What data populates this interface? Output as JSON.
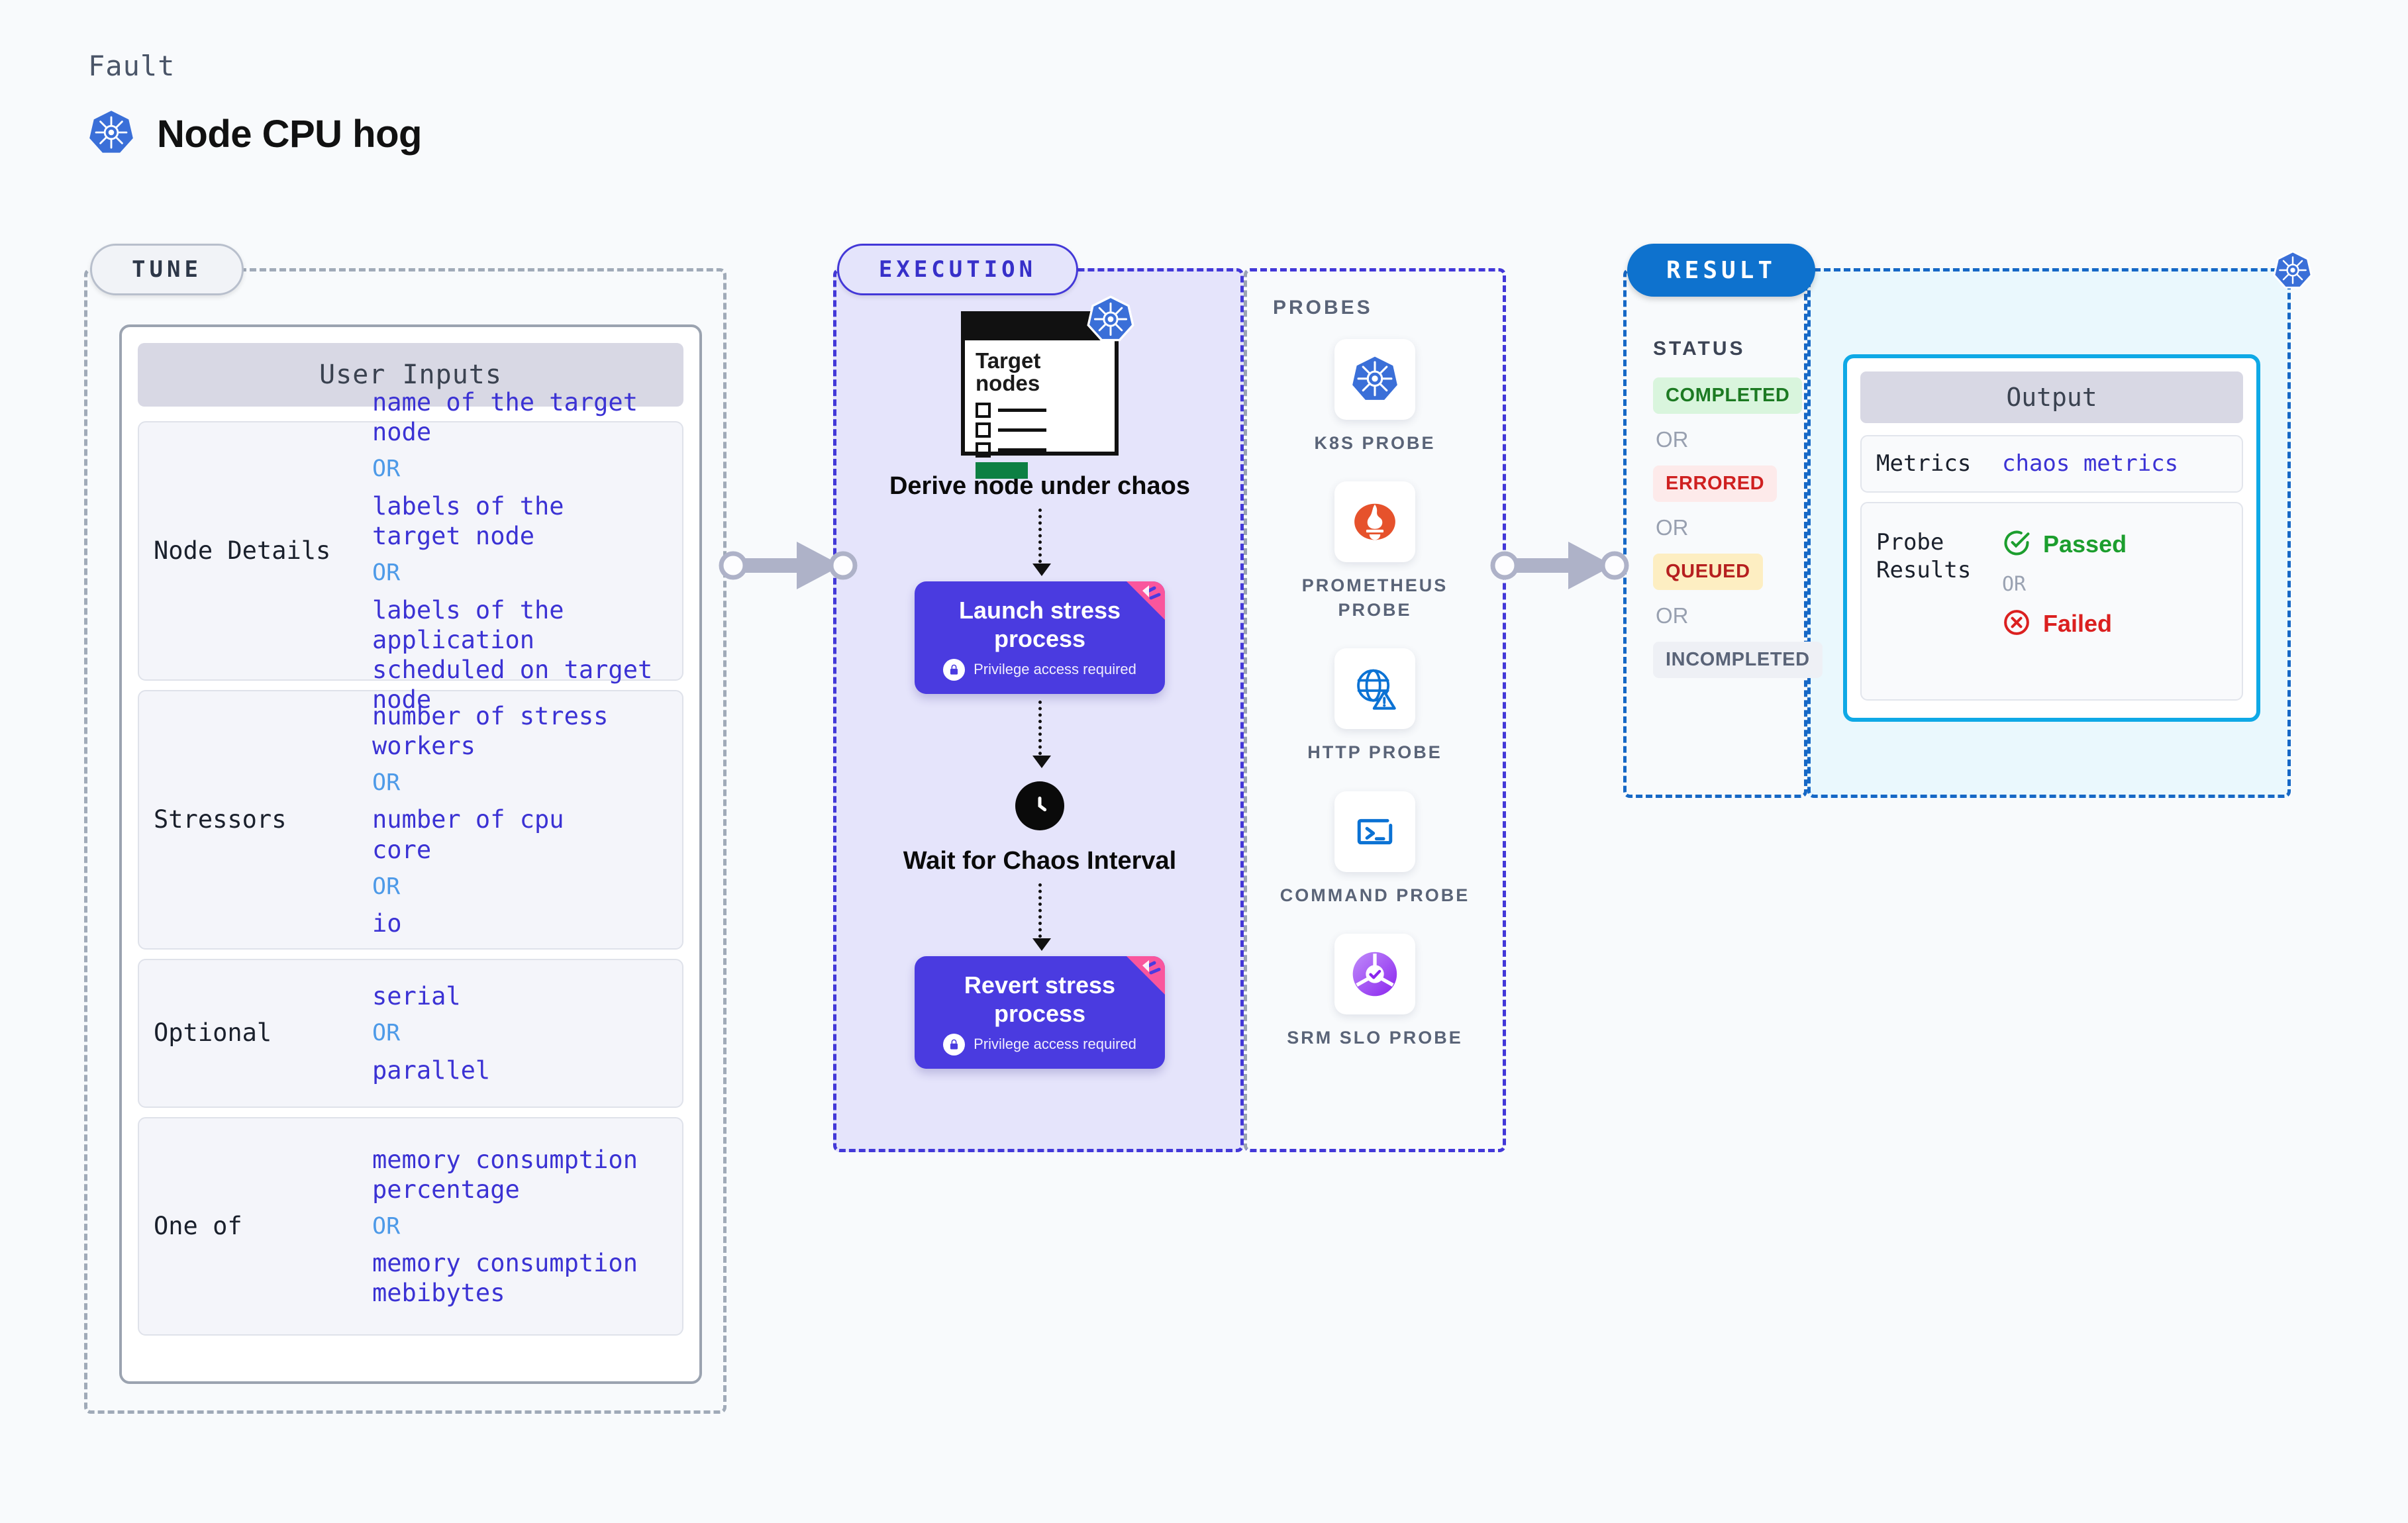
{
  "header": {
    "kicker": "Fault",
    "title": "Node CPU hog",
    "icon": "kubernetes-icon"
  },
  "panels": {
    "tune": {
      "label": "TUNE"
    },
    "execution": {
      "label": "EXECUTION"
    },
    "probes": {
      "label": "PROBES"
    },
    "result": {
      "label": "RESULT"
    }
  },
  "tune": {
    "card_title": "User Inputs",
    "groups": [
      {
        "label": "Node Details",
        "items": [
          {
            "type": "value",
            "text": "name of the target\nnode"
          },
          {
            "type": "or",
            "text": "OR"
          },
          {
            "type": "value",
            "text": "labels of the\ntarget node"
          },
          {
            "type": "or",
            "text": "OR"
          },
          {
            "type": "value",
            "text": "labels of the application\n scheduled on target node"
          }
        ]
      },
      {
        "label": "Stressors",
        "items": [
          {
            "type": "value",
            "text": "number of stress\nworkers"
          },
          {
            "type": "or",
            "text": "OR"
          },
          {
            "type": "value",
            "text": "number of cpu\ncore"
          },
          {
            "type": "or",
            "text": "OR"
          },
          {
            "type": "value",
            "text": "io"
          }
        ]
      },
      {
        "label": "Optional",
        "items": [
          {
            "type": "value",
            "text": "serial"
          },
          {
            "type": "or",
            "text": "OR"
          },
          {
            "type": "value",
            "text": "parallel"
          }
        ]
      },
      {
        "label": "One of",
        "items": [
          {
            "type": "value",
            "text": "memory consumption\npercentage"
          },
          {
            "type": "or",
            "text": "OR"
          },
          {
            "type": "value",
            "text": "memory consumption\nmebibytes"
          }
        ]
      }
    ]
  },
  "execution": {
    "target_card": {
      "title": "Target nodes",
      "checkbox_count": 3,
      "badge_icon": "kubernetes-icon"
    },
    "steps": [
      {
        "label": "Derive node under chaos",
        "kind": "target-card"
      },
      {
        "label": "Launch stress process",
        "kind": "action",
        "note": "Privilege access required",
        "note_icon": "lock-icon",
        "ribbon_icon": "litmus-icon"
      },
      {
        "label": "Wait for Chaos Interval",
        "kind": "clock",
        "icon": "clock-icon"
      },
      {
        "label": "Revert stress process",
        "kind": "action",
        "note": "Privilege access required",
        "note_icon": "lock-icon",
        "ribbon_icon": "litmus-icon"
      }
    ]
  },
  "probes": [
    {
      "name": "K8S PROBE",
      "icon": "kubernetes-icon"
    },
    {
      "name": "PROMETHEUS PROBE",
      "icon": "prometheus-icon"
    },
    {
      "name": "HTTP PROBE",
      "icon": "globe-warning-icon"
    },
    {
      "name": "COMMAND PROBE",
      "icon": "terminal-icon"
    },
    {
      "name": "SRM SLO PROBE",
      "icon": "slo-donut-icon"
    }
  ],
  "result": {
    "status_title": "STATUS",
    "statuses": [
      {
        "label": "COMPLETED",
        "style": "completed"
      },
      {
        "label": "OR",
        "style": "or"
      },
      {
        "label": "ERRORED",
        "style": "errored"
      },
      {
        "label": "OR",
        "style": "or"
      },
      {
        "label": "QUEUED",
        "style": "queued"
      },
      {
        "label": "OR",
        "style": "or"
      },
      {
        "label": "INCOMPLETED",
        "style": "incomplete"
      }
    ]
  },
  "output": {
    "card_title": "Output",
    "metrics_label": "Metrics",
    "metrics_value": "chaos metrics",
    "probe_results_label": "Probe Results",
    "passed_label": "Passed",
    "passed_icon": "check-circle-icon",
    "or_label": "OR",
    "failed_label": "Failed",
    "failed_icon": "x-circle-icon",
    "badge_icon": "kubernetes-icon"
  },
  "colors": {
    "accent_purple": "#4a3be0",
    "accent_blue": "#0e72ce",
    "cyan_border": "#0fa9e6",
    "pink_ribbon": "#f9569d",
    "k8s_blue": "#3a6fd8",
    "value_text": "#3b32d4",
    "or_text": "#4d9ae8",
    "background": "#f8fafc"
  }
}
